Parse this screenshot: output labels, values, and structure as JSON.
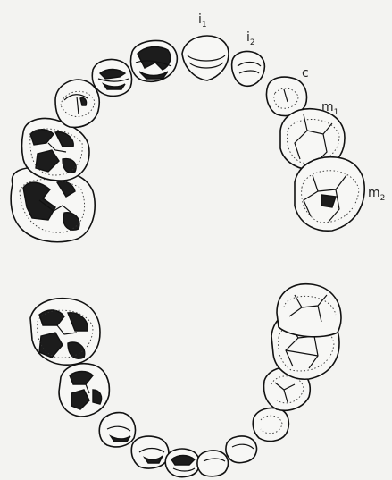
{
  "figure": {
    "labels": {
      "i1": {
        "base": "i",
        "sub": "1"
      },
      "i2": {
        "base": "i",
        "sub": "2"
      },
      "c": {
        "base": "c",
        "sub": ""
      },
      "m1": {
        "base": "m",
        "sub": "1"
      },
      "m2": {
        "base": "m",
        "sub": "2"
      }
    }
  }
}
